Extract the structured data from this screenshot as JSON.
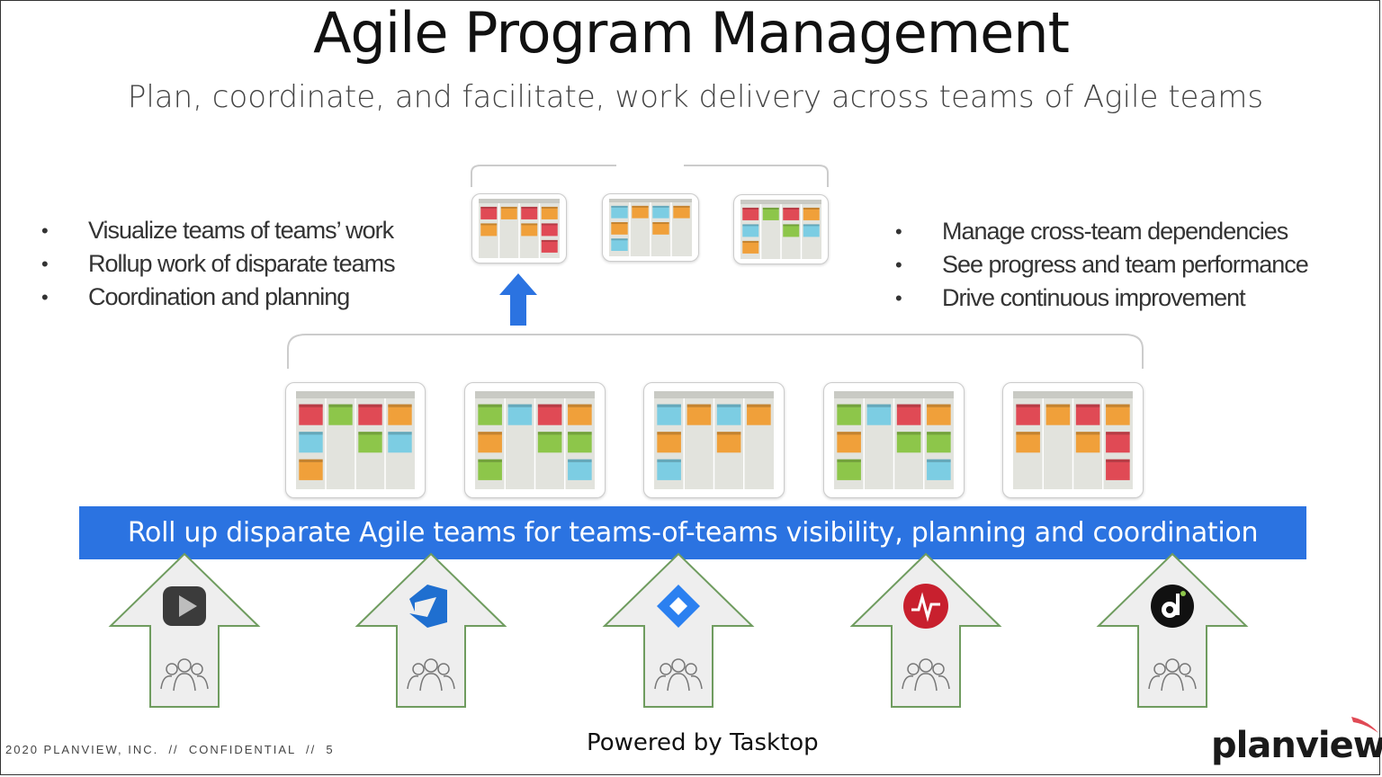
{
  "slide": {
    "title": "Agile Program Management",
    "subtitle": "Plan, coordinate, and facilitate, work delivery across teams of Agile teams",
    "left_bullets": [
      "Visualize teams of teams’ work",
      "Rollup work of disparate teams",
      "Coordination and planning"
    ],
    "right_bullets": [
      "Manage cross-team dependencies",
      "See progress and team performance",
      "Drive continuous improvement"
    ],
    "bullet_glyph": "•",
    "banner": "Roll up disparate Agile teams for teams-of-teams visibility, planning and coordination",
    "footer": "2020 PLANVIEW, INC.  //  CONFIDENTIAL  //  5",
    "powered_by": "Powered by Tasktop",
    "logo": "planview",
    "logo_reg": "®"
  },
  "colors": {
    "red": "#e04a55",
    "orange": "#f0a03a",
    "green": "#8dc64a",
    "blue": "#7ccde3",
    "banner": "#2b73e1",
    "arrow_outline": "#6f9c5f",
    "arrow_fill": "#eeeeee"
  },
  "tool_icons": [
    "digital-ai-icon",
    "azure-devops-icon",
    "jira-icon",
    "broadcom-rally-icon",
    "digite-icon"
  ],
  "top_boards": [
    [
      [
        "red",
        "orange"
      ],
      [
        "orange"
      ],
      [
        "red",
        "orange"
      ],
      [
        "orange",
        "red",
        "red"
      ]
    ],
    [
      [
        "blue",
        "orange",
        "blue"
      ],
      [
        "orange"
      ],
      [
        "blue",
        "orange"
      ],
      [
        "orange"
      ]
    ],
    [
      [
        "red",
        "blue",
        "orange"
      ],
      [
        "green"
      ],
      [
        "red",
        "green"
      ],
      [
        "orange",
        "blue"
      ]
    ]
  ],
  "bottom_boards": [
    [
      [
        "red",
        "blue",
        "orange"
      ],
      [
        "green"
      ],
      [
        "red",
        "green"
      ],
      [
        "orange",
        "blue"
      ]
    ],
    [
      [
        "green",
        "orange",
        "green"
      ],
      [
        "blue"
      ],
      [
        "red",
        "green"
      ],
      [
        "orange",
        "green",
        "blue"
      ]
    ],
    [
      [
        "blue",
        "orange",
        "blue"
      ],
      [
        "orange"
      ],
      [
        "blue",
        "orange"
      ],
      [
        "orange"
      ]
    ],
    [
      [
        "green",
        "orange",
        "green"
      ],
      [
        "blue"
      ],
      [
        "red",
        "green"
      ],
      [
        "orange",
        "green",
        "blue"
      ]
    ],
    [
      [
        "red",
        "orange"
      ],
      [
        "orange"
      ],
      [
        "red",
        "orange"
      ],
      [
        "orange",
        "red",
        "red"
      ]
    ]
  ]
}
